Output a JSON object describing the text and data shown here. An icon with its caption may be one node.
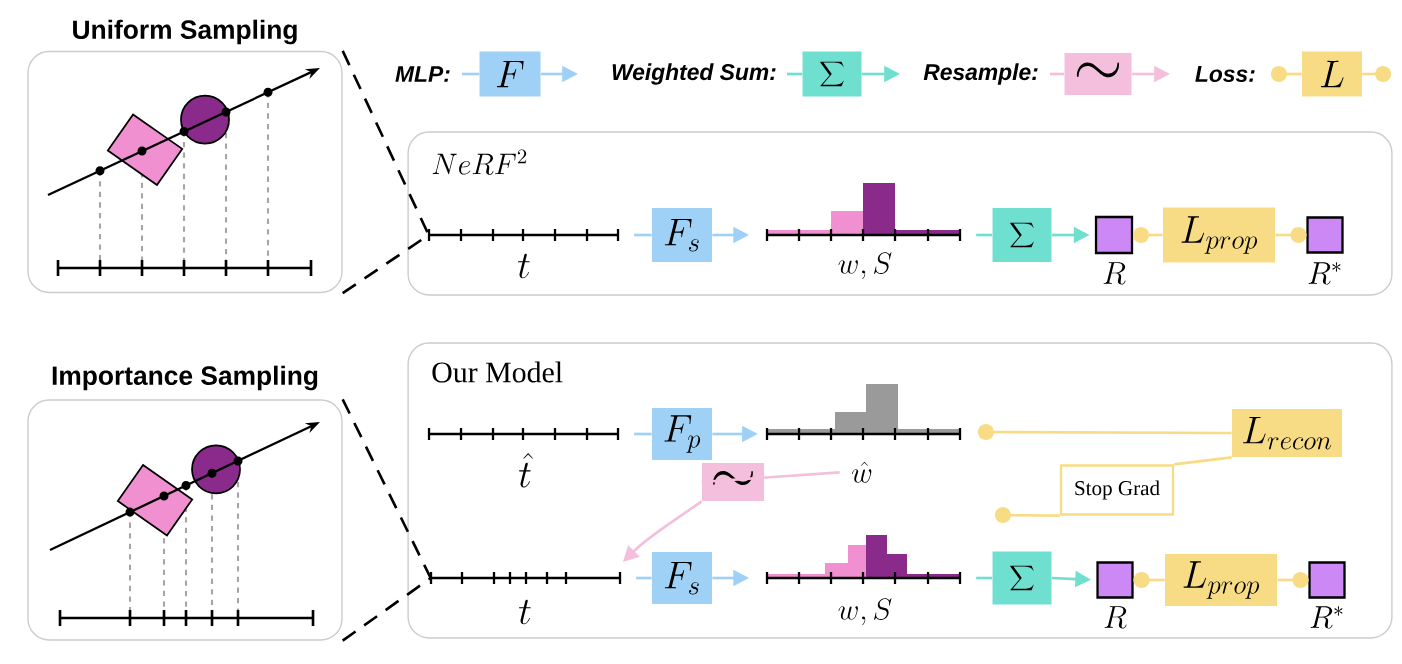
{
  "diagram": {
    "nodes": [
      {
        "text": [
          "Uniform Sampling"
        ]
      },
      {
        "text": [
          "Importance Sampling"
        ]
      },
      {
        "text": [
          "F"
        ],
        "beside": [
          "MLP:"
        ]
      },
      {
        "text": [
          "\\sum"
        ],
        "beside": [
          "Weighted Sum:"
        ]
      },
      {
        "text": [
          "\\sim"
        ],
        "beside": [
          "Resample:"
        ]
      },
      {
        "text": [
          "L"
        ],
        "beside": [
          "Loss:"
        ]
      },
      {
        "text": [
          "NeRF^2"
        ]
      },
      {
        "text": [
          "t"
        ],
        "in": 6
      },
      {
        "text": [
          "F_s"
        ],
        "in": 6
      },
      {
        "text": [
          "w, S"
        ],
        "in": 6
      },
      {
        "text": [
          "\\sum"
        ],
        "in": 6
      },
      {
        "text": [
          "R"
        ],
        "in": 6
      },
      {
        "text": [
          "L_{prop}"
        ],
        "in": 6
      },
      {
        "text": [
          "R^*"
        ],
        "in": 6
      },
      {
        "text": [
          "Our Model"
        ]
      },
      {
        "text": [
          "\\hat{t}"
        ],
        "in": 14
      },
      {
        "text": [
          "F_p"
        ],
        "in": 14
      },
      {
        "text": [
          "\\hat{w}"
        ],
        "in": 14
      },
      {
        "text": [
          "\\sim"
        ],
        "in": 14
      },
      {
        "text": [
          "L_{recon}"
        ],
        "in": 14
      },
      {
        "text": [
          "Stop Grad"
        ],
        "in": 14
      },
      {
        "text": [
          "t"
        ],
        "in": 14
      },
      {
        "text": [
          "F_s"
        ],
        "in": 14
      },
      {
        "text": [
          "w, S"
        ],
        "in": 14
      },
      {
        "text": [
          "\\sum"
        ],
        "in": 14
      },
      {
        "text": [
          "R"
        ],
        "in": 14
      },
      {
        "text": [
          "L_{prop}"
        ],
        "in": 14
      },
      {
        "text": [
          "R^*"
        ],
        "in": 14
      }
    ],
    "edges": [
      {
        "from": null,
        "to": 2,
        "arrow": "none",
        "color": "#9fd0f5"
      },
      {
        "from": 2,
        "to": null,
        "arrow": "to",
        "color": "#9fd0f5"
      },
      {
        "from": null,
        "to": 3,
        "arrow": "none",
        "color": "#6fe0cf"
      },
      {
        "from": 3,
        "to": null,
        "arrow": "to",
        "color": "#6fe0cf"
      },
      {
        "from": null,
        "to": 4,
        "arrow": "none",
        "color": "#f4bfdc"
      },
      {
        "from": 4,
        "to": null,
        "arrow": "to",
        "color": "#f4bfdc"
      },
      {
        "from": 5,
        "to": null,
        "arrow": "other",
        "color": "#f8dc85"
      },
      {
        "from": 5,
        "to": null,
        "arrow": "other",
        "color": "#f8dc85"
      },
      {
        "from": 0,
        "to": 7,
        "arrow": "none",
        "style": "dashed",
        "color": "#000000"
      },
      {
        "from": 0,
        "to": 7,
        "arrow": "none",
        "style": "dashed",
        "color": "#000000"
      },
      {
        "from": 7,
        "to": 8,
        "arrow": "none",
        "color": "#9fd0f5"
      },
      {
        "from": 8,
        "to": 9,
        "arrow": "to",
        "color": "#9fd0f5"
      },
      {
        "from": 9,
        "to": 10,
        "arrow": "none",
        "color": "#6fe0cf"
      },
      {
        "from": 10,
        "to": 11,
        "arrow": "to",
        "color": "#6fe0cf"
      },
      {
        "from": 12,
        "to": 11,
        "arrow": "other",
        "color": "#f8dc85"
      },
      {
        "from": 12,
        "to": 13,
        "arrow": "other",
        "color": "#f8dc85"
      },
      {
        "from": 1,
        "to": 21,
        "arrow": "none",
        "style": "dashed",
        "color": "#000000"
      },
      {
        "from": 1,
        "to": 21,
        "arrow": "none",
        "style": "dashed",
        "color": "#000000"
      },
      {
        "from": 15,
        "to": 16,
        "arrow": "none",
        "color": "#9fd0f5"
      },
      {
        "from": 16,
        "to": 17,
        "arrow": "to",
        "color": "#9fd0f5"
      },
      {
        "from": 17,
        "to": 18,
        "arrow": "none",
        "color": "#f4bfdc"
      },
      {
        "from": 18,
        "to": 21,
        "arrow": "to",
        "color": "#f4bfdc"
      },
      {
        "from": 19,
        "to": null,
        "arrow": "other",
        "color": "#f8dc85"
      },
      {
        "from": 20,
        "to": null,
        "arrow": "other",
        "color": "#f8dc85"
      },
      {
        "from": 20,
        "to": 19,
        "arrow": "none",
        "color": "#f8dc85"
      },
      {
        "from": 21,
        "to": 22,
        "arrow": "none",
        "color": "#9fd0f5"
      },
      {
        "from": 22,
        "to": 23,
        "arrow": "to",
        "color": "#9fd0f5"
      },
      {
        "from": 23,
        "to": 24,
        "arrow": "none",
        "color": "#6fe0cf"
      },
      {
        "from": 24,
        "to": 25,
        "arrow": "to",
        "color": "#6fe0cf"
      },
      {
        "from": 26,
        "to": 25,
        "arrow": "other",
        "color": "#f8dc85"
      },
      {
        "from": 26,
        "to": 27,
        "arrow": "other",
        "color": "#f8dc85"
      }
    ]
  }
}
